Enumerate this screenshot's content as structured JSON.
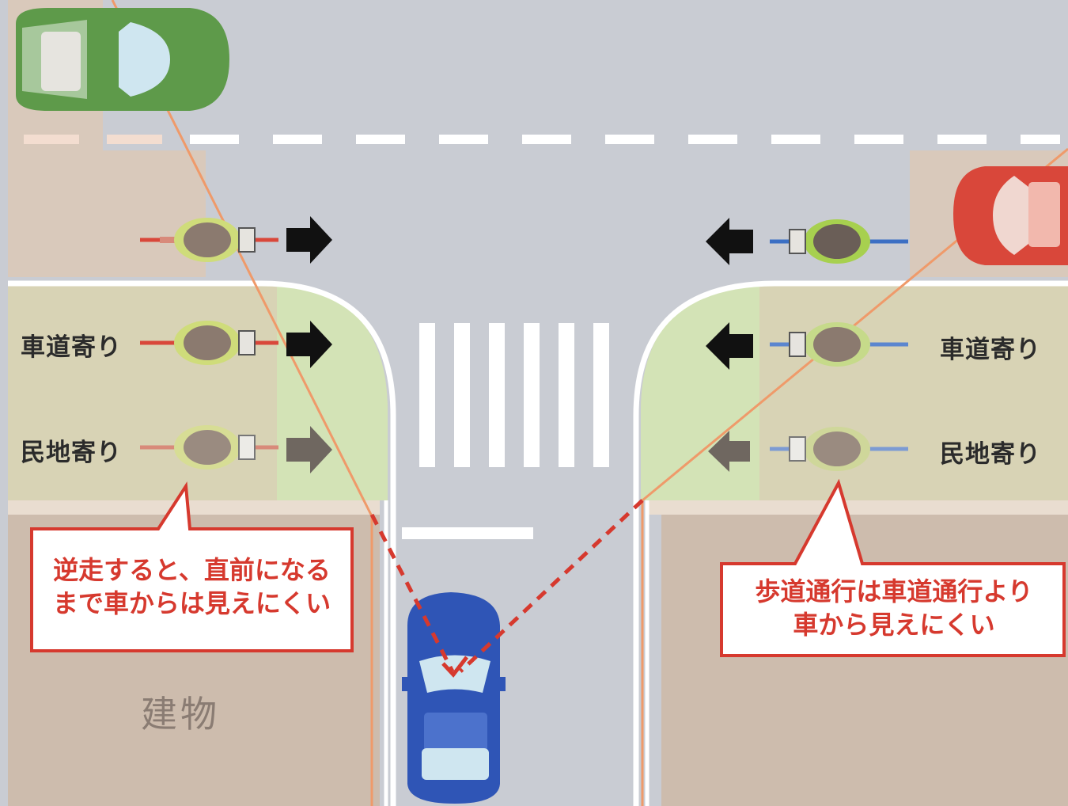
{
  "labels": {
    "left_roadside": "車道寄り",
    "left_landside": "民地寄り",
    "right_roadside": "車道寄り",
    "right_landside": "民地寄り",
    "building": "建物"
  },
  "callouts": {
    "left": {
      "line1": "逆走すると、直前になる",
      "line2": "まで車からは見えにくい"
    },
    "right": {
      "line1": "歩道通行は車道通行より",
      "line2": "車から見えにくい"
    }
  },
  "colors": {
    "road": "#c9ccd3",
    "sidewalk": "#d8d3b5",
    "sidewalk_band": "#ddd5a8",
    "building_area": "#cdbcad",
    "corner_green": "#d3e3b6",
    "line_of_sight": "#ef9a6a",
    "callout_red": "#d6392e",
    "car_blue": "#2f55b6",
    "car_green": "#5e9a4a",
    "car_red": "#d9473a",
    "arrow_dark": "#111111",
    "arrow_gray": "#6f6760"
  },
  "icons": {
    "direction_arrow": "right-arrow-icon",
    "direction_arrow_left": "left-arrow-icon",
    "cyclist": "cyclist-icon",
    "car": "car-icon"
  }
}
